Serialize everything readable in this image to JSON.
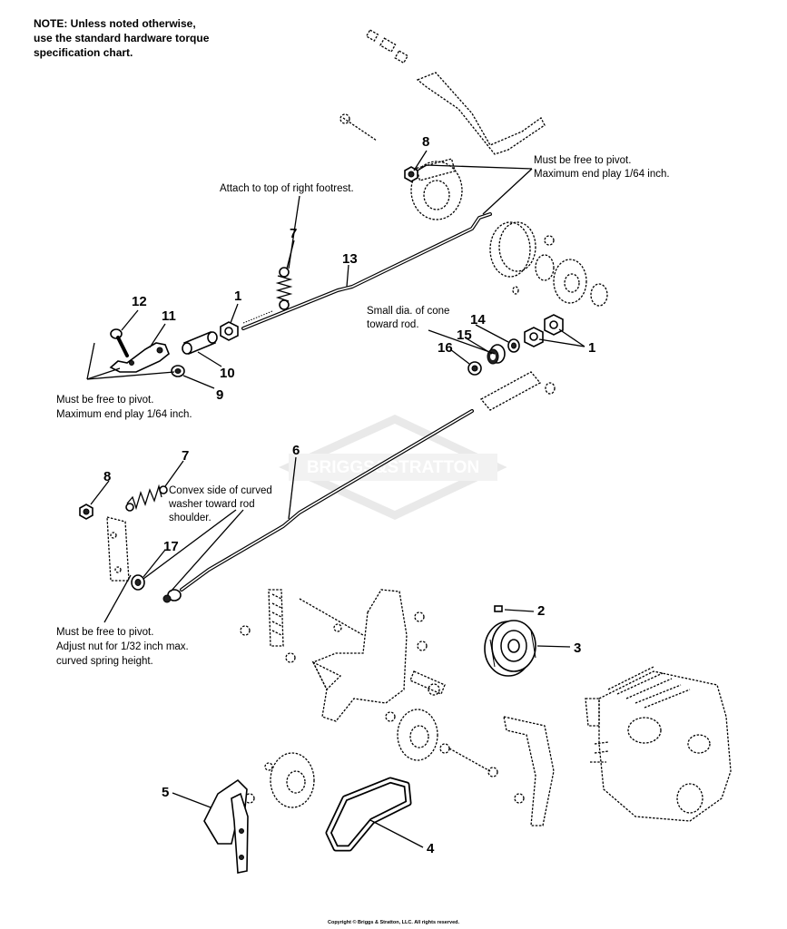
{
  "note": "NOTE: Unless noted otherwise,\nuse the standard hardware torque\nspecification chart.",
  "watermark": "BRIGGS&STRATTON",
  "copyright": "Copyright © Briggs & Stratton, LLC. All rights reserved.",
  "annotations": {
    "pivot_top_1": "Must be free to pivot.",
    "pivot_top_2": "Maximum end play 1/64 inch.",
    "footrest": "Attach to top of right footrest.",
    "cone_1": "Small dia. of cone",
    "cone_2": "toward rod.",
    "pivot_left_1": "Must be free to pivot.",
    "pivot_left_2": "Maximum end play 1/64 inch.",
    "convex_1": "Convex side of curved",
    "convex_2": "washer toward rod",
    "convex_3": "shoulder.",
    "adjust_1": "Must be free to pivot.",
    "adjust_2": "Adjust nut for 1/32 inch max.",
    "adjust_3": "curved spring height."
  },
  "callouts": {
    "c1a": "1",
    "c1b": "1",
    "c2": "2",
    "c3": "3",
    "c4": "4",
    "c5": "5",
    "c6": "6",
    "c7a": "7",
    "c7b": "7",
    "c8a": "8",
    "c8b": "8",
    "c9": "9",
    "c10": "10",
    "c11": "11",
    "c12": "12",
    "c13": "13",
    "c14": "14",
    "c15": "15",
    "c16": "16",
    "c17": "17"
  }
}
